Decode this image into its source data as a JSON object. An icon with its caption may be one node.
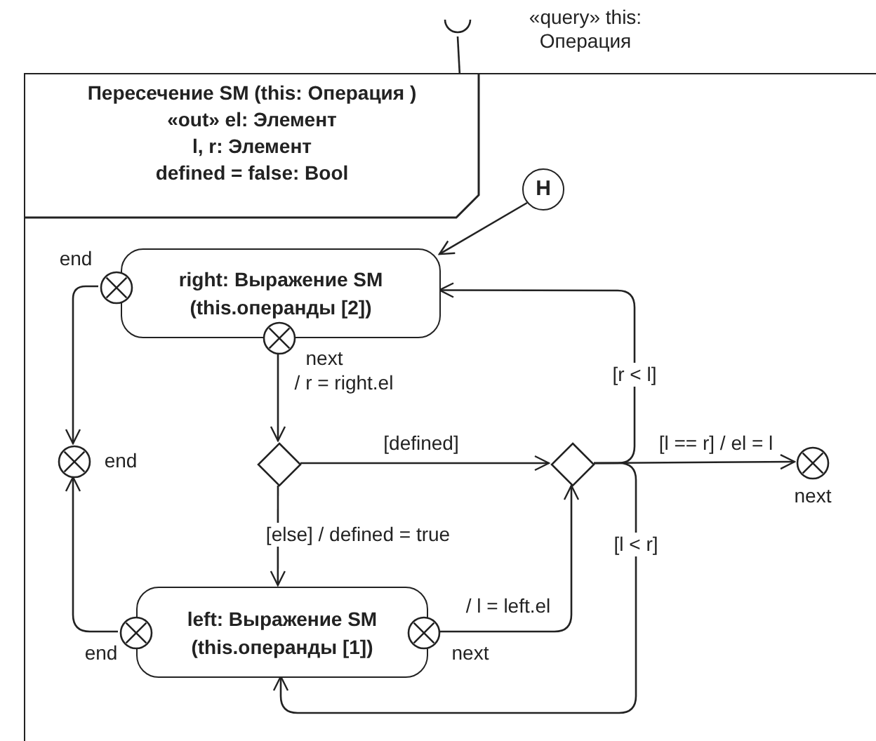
{
  "diagram": {
    "nodes": [
      {
        "text": [
          "Пересечение SM (this: Операция )",
          "«out» el: Элемент",
          "l, r: Элемент",
          "defined = false: Bool"
        ]
      },
      {
        "text": [],
        "shape": "socket",
        "beside": [
          "«query» this: Операция"
        ]
      },
      {
        "text": [
          "H"
        ],
        "in": 0
      },
      {
        "text": [
          "right: Выражение SM (this.операнды [2])"
        ],
        "in": 0
      },
      {
        "text": [],
        "shape": "circle",
        "beside": [
          "end"
        ],
        "in": 0
      },
      {
        "text": [],
        "shape": "circle",
        "beside": [
          "next"
        ],
        "in": 0
      },
      {
        "text": [],
        "shape": "circle",
        "beside": [
          "end"
        ],
        "in": 0
      },
      {
        "text": [],
        "shape": "diamond",
        "in": 0
      },
      {
        "text": [],
        "shape": "diamond",
        "in": 0
      },
      {
        "text": [],
        "shape": "circle",
        "beside": [
          "next"
        ],
        "in": 0
      },
      {
        "text": [
          "left: Выражение SM (this.операнды [1])"
        ],
        "in": 0
      },
      {
        "text": [],
        "shape": "circle",
        "beside": [
          "end"
        ],
        "in": 0
      },
      {
        "text": [],
        "shape": "circle",
        "beside": [
          "next"
        ],
        "in": 0
      }
    ],
    "edges": [
      {
        "from": 1,
        "to": 0,
        "arrow": "none"
      },
      {
        "from": 2,
        "to": 3,
        "arrow": "to"
      },
      {
        "from": 4,
        "to": 6,
        "arrow": "to"
      },
      {
        "from": 11,
        "to": 6,
        "arrow": "to"
      },
      {
        "from": 5,
        "to": 7,
        "arrow": "to",
        "label": "/ r = right.el"
      },
      {
        "from": 7,
        "to": 8,
        "arrow": "to",
        "label": "[defined]"
      },
      {
        "from": 7,
        "to": 10,
        "arrow": "to",
        "label": "[else] / defined = true"
      },
      {
        "from": 12,
        "to": 8,
        "arrow": "to",
        "label": "/ l = left.el"
      },
      {
        "from": 8,
        "to": 3,
        "arrow": "to",
        "label": "[r < l]"
      },
      {
        "from": 8,
        "to": 9,
        "arrow": "to",
        "label": "[l == r] / el = l"
      },
      {
        "from": 8,
        "to": 10,
        "arrow": "to",
        "label": "[l < r]"
      }
    ]
  }
}
